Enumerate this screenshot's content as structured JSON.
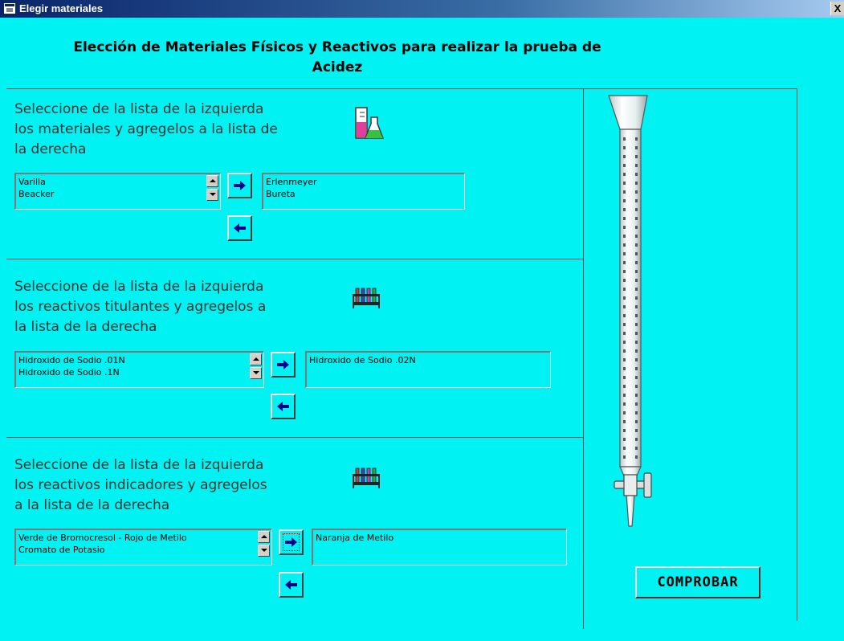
{
  "window": {
    "title": "Elegir materiales",
    "close_glyph": "X",
    "background": "#00f2f2"
  },
  "heading": {
    "line1": "Elección de Materiales Físicos y Reactivos para realizar la prueba de",
    "line2": "Acidez"
  },
  "sections": [
    {
      "instruction": [
        "Seleccione de la lista de la izquierda",
        "los materiales y agregelos a la lista de",
        "la derecha"
      ],
      "icon": "beakers-icon",
      "available": [
        "Varilla",
        "Beacker"
      ],
      "selected": [
        "Erlenmeyer",
        "Bureta"
      ]
    },
    {
      "instruction": [
        "Seleccione de la lista de la izquierda",
        "los reactivos titulantes y agregelos a",
        "la lista de la derecha"
      ],
      "icon": "test-tube-rack-icon",
      "available": [
        "Hidroxido de Sodio .01N",
        "Hidroxido de Sodio .1N"
      ],
      "selected": [
        "Hidroxido de Sodio .02N"
      ]
    },
    {
      "instruction": [
        "Seleccione de la lista de la izquierda",
        "los reactivos indicadores y agregelos",
        "a la lista de la derecha"
      ],
      "icon": "test-tube-rack-icon",
      "available": [
        "Verde de Bromocresol - Rojo de Metilo",
        "Cromato de Potasio"
      ],
      "selected": [
        "Naranja de Metilo"
      ]
    }
  ],
  "buttons": {
    "add": "right-arrow-icon",
    "remove": "left-arrow-icon",
    "check": "COMPROBAR"
  },
  "illustration": "burette-icon"
}
